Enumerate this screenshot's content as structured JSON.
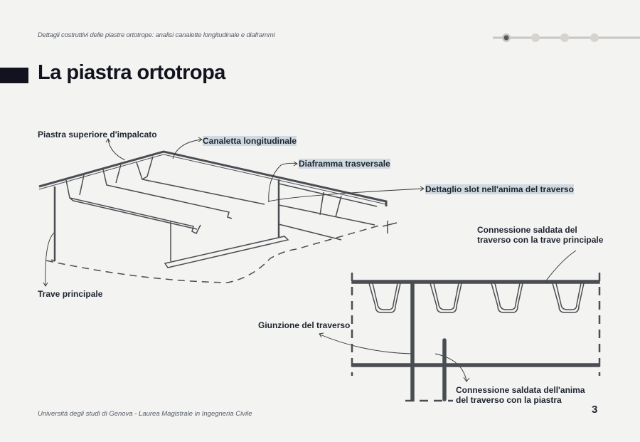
{
  "header": {
    "subtitle": "Dettagli costruttivi delle piastre ortotrope: analisi canalette longitudinale e diaframmi",
    "progress": {
      "total_steps": 4,
      "current_step": 1
    }
  },
  "title": "La piastra ortotropa",
  "labels": {
    "top_plate": "Piastra superiore d'impalcato",
    "longitudinal_channel": "Canaletta longitudinale",
    "transverse_diaphragm": "Diaframma trasversale",
    "slot_detail": "Dettaglio slot nell'anima del traverso",
    "main_beam": "Trave principale",
    "welded_connection_main_line1": "Connessione saldata del",
    "welded_connection_main_line2": "traverso con la trave principale",
    "crossbeam_joint": "Giunzione del traverso",
    "welded_web_line1": "Connessione saldata dell'anima",
    "welded_web_line2": "del traverso con la piastra"
  },
  "footer": {
    "text": "Università degli studi di Genova - Laurea Magistrale in Ingegneria Civile",
    "page_number": "3"
  },
  "colors": {
    "accent": "#12131f",
    "line": "#4a4d52",
    "highlight": "#cfd9e0"
  }
}
